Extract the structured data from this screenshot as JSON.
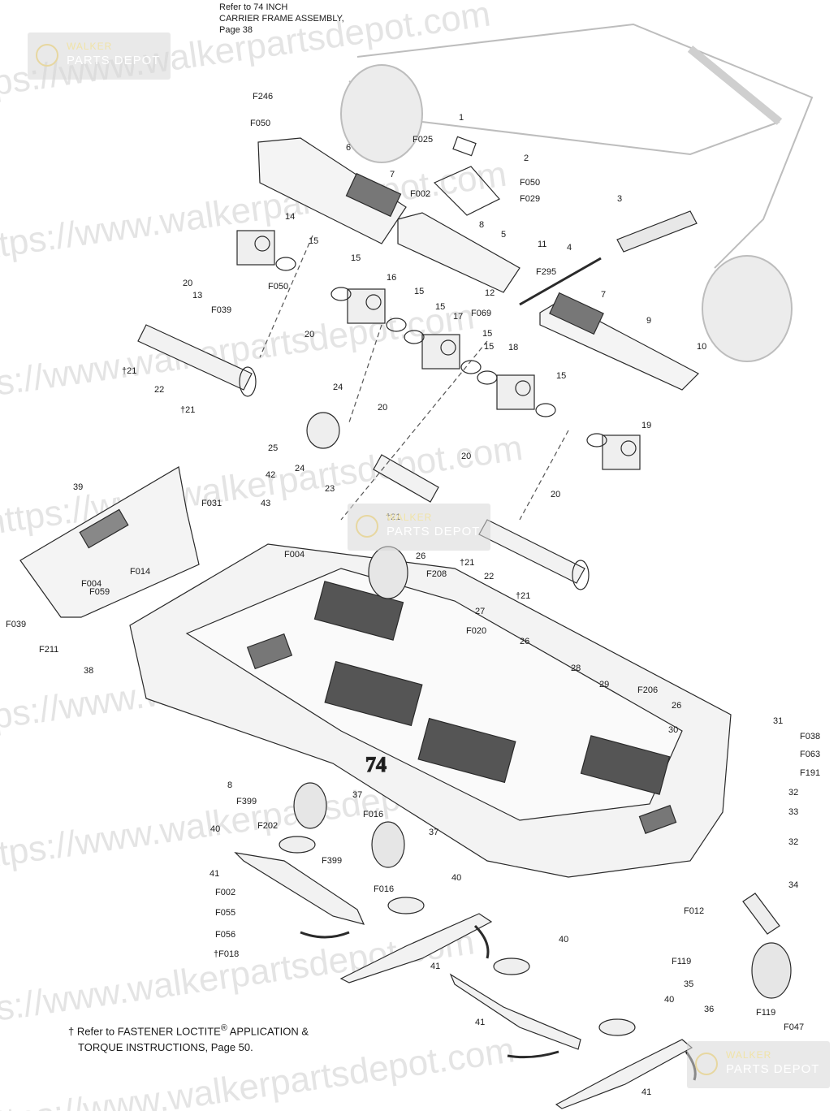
{
  "reference_note": {
    "line1": "Refer to 74 INCH",
    "line2": "CARRIER FRAME ASSEMBLY,",
    "line3": "Page 38"
  },
  "footnote": {
    "symbol": "†",
    "line1": "Refer to FASTENER LOCTITE",
    "registered": "®",
    "line1_end": " APPLICATION &",
    "line2": "TORQUE INSTRUCTIONS, Page 50."
  },
  "deck_label": "74",
  "watermark": {
    "badge_line1": "WALKER",
    "badge_line2": "PARTS DEPOT",
    "text1": "https://www.walkerpartsdepot.com",
    "text2": "https://www.walkerpartsdepot.com"
  },
  "callouts": [
    "F246",
    "F050",
    "6",
    "7",
    "1",
    "F025",
    "2",
    "F002",
    "F050",
    "F029",
    "8",
    "5",
    "3",
    "14",
    "15",
    "20",
    "13",
    "F050",
    "F039",
    "15",
    "16",
    "11",
    "4",
    "F295",
    "12",
    "F069",
    "7",
    "9",
    "10",
    "15",
    "17",
    "15",
    "20",
    "15",
    "18",
    "15",
    "21",
    "22",
    "21",
    "24",
    "20",
    "15",
    "20",
    "25",
    "24",
    "19",
    "20",
    "42",
    "43",
    "23",
    "21",
    "39",
    "F031",
    "F004",
    "26",
    "F014",
    "F004",
    "F059",
    "F208",
    "27",
    "21",
    "22",
    "21",
    "F039",
    "F211",
    "F020",
    "38",
    "26",
    "28",
    "29",
    "F206",
    "26",
    "30",
    "31",
    "F038",
    "F063",
    "F191",
    "32",
    "33",
    "8",
    "F399",
    "37",
    "F016",
    "F202",
    "40",
    "37",
    "F399",
    "32",
    "41",
    "34",
    "F002",
    "F055",
    "F056",
    "F018",
    "F016",
    "40",
    "40",
    "F012",
    "F119",
    "35",
    "41",
    "36",
    "F119",
    "F047",
    "40",
    "41",
    "41"
  ],
  "callout_daggers": [
    "21",
    "21",
    "21",
    "21",
    "21",
    "F018"
  ]
}
